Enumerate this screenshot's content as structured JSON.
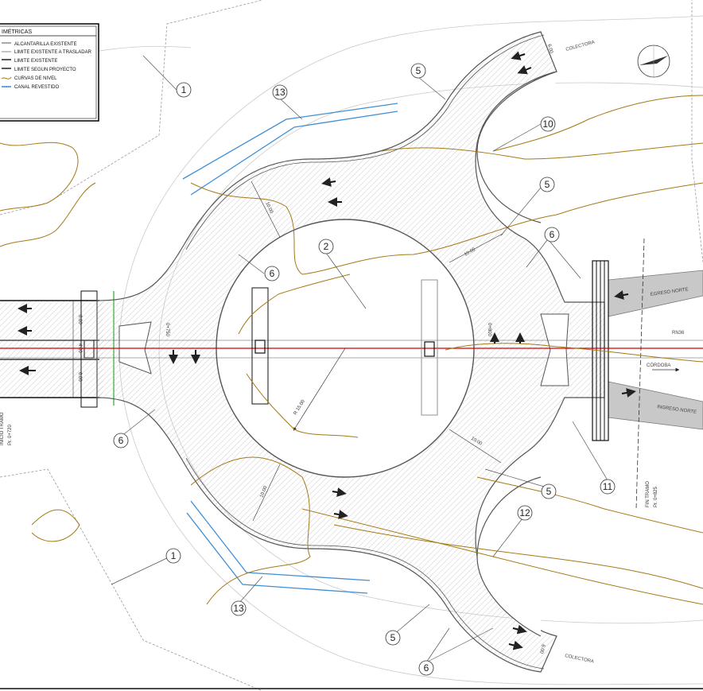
{
  "legend": {
    "title": "IMÉTRICAS",
    "items": [
      {
        "label": "ALCANTARILLA EXISTENTE",
        "color": "#555555"
      },
      {
        "label": "LIMITE EXISTENTE A TRASLADAR",
        "color": "#888888"
      },
      {
        "label": "LIMITE EXISTENTE",
        "color": "#111111"
      },
      {
        "label": "LIMITE SEGUN PROYECTO",
        "color": "#111111"
      },
      {
        "label": "CURVAS DE NIVEL",
        "color": "#a47a16"
      },
      {
        "label": "CANAL REVESTIDO",
        "color": "#3d8fd6"
      }
    ]
  },
  "callouts": {
    "c1_top": "1",
    "c1_bottom": "1",
    "c2": "2",
    "c5_a": "5",
    "c5_b": "5",
    "c5_c": "5",
    "c5_d": "5",
    "c6_a": "6",
    "c6_b": "6",
    "c6_c": "6",
    "c6_d": "6",
    "c10": "10",
    "c11": "11",
    "c12": "12",
    "c13_top": "13",
    "c13_bottom": "13"
  },
  "dimensions": {
    "ring_nw": "10.00",
    "ring_ne": "10.00",
    "ring_se": "10.00",
    "ring_sw": "10.00",
    "radius": "R 15.00",
    "west_top": "6.00",
    "west_mid": "4.00",
    "west_bottom": "6.00",
    "ramp_ne": "6.00",
    "ramp_se": "6.00"
  },
  "stations": {
    "west": "0+750",
    "east": "0+800",
    "start_label": "INICIO TRAMO",
    "start_pk": "Pr. 0+720",
    "end_label": "FIN TRAMO",
    "end_pk": "Pr. 0+825"
  },
  "roads": {
    "colectora_top": "COLECTORA",
    "colectora_bottom": "COLECTORA",
    "egreso": "EGRESO NORTE",
    "ingreso": "INGRESO NORTE",
    "rn": "RN36",
    "destination": "CÓRDOBA"
  },
  "colors": {
    "axis": "#d40000",
    "contour": "#a47a16",
    "canal": "#3d8fd6",
    "hatch": "#bdbdbd",
    "green_line": "#2aa82a",
    "ramp_fill": "#c8c8c8"
  },
  "icons": {
    "north_arrow": "north-arrow-icon",
    "flow_arrow": "direction-arrow-icon"
  }
}
